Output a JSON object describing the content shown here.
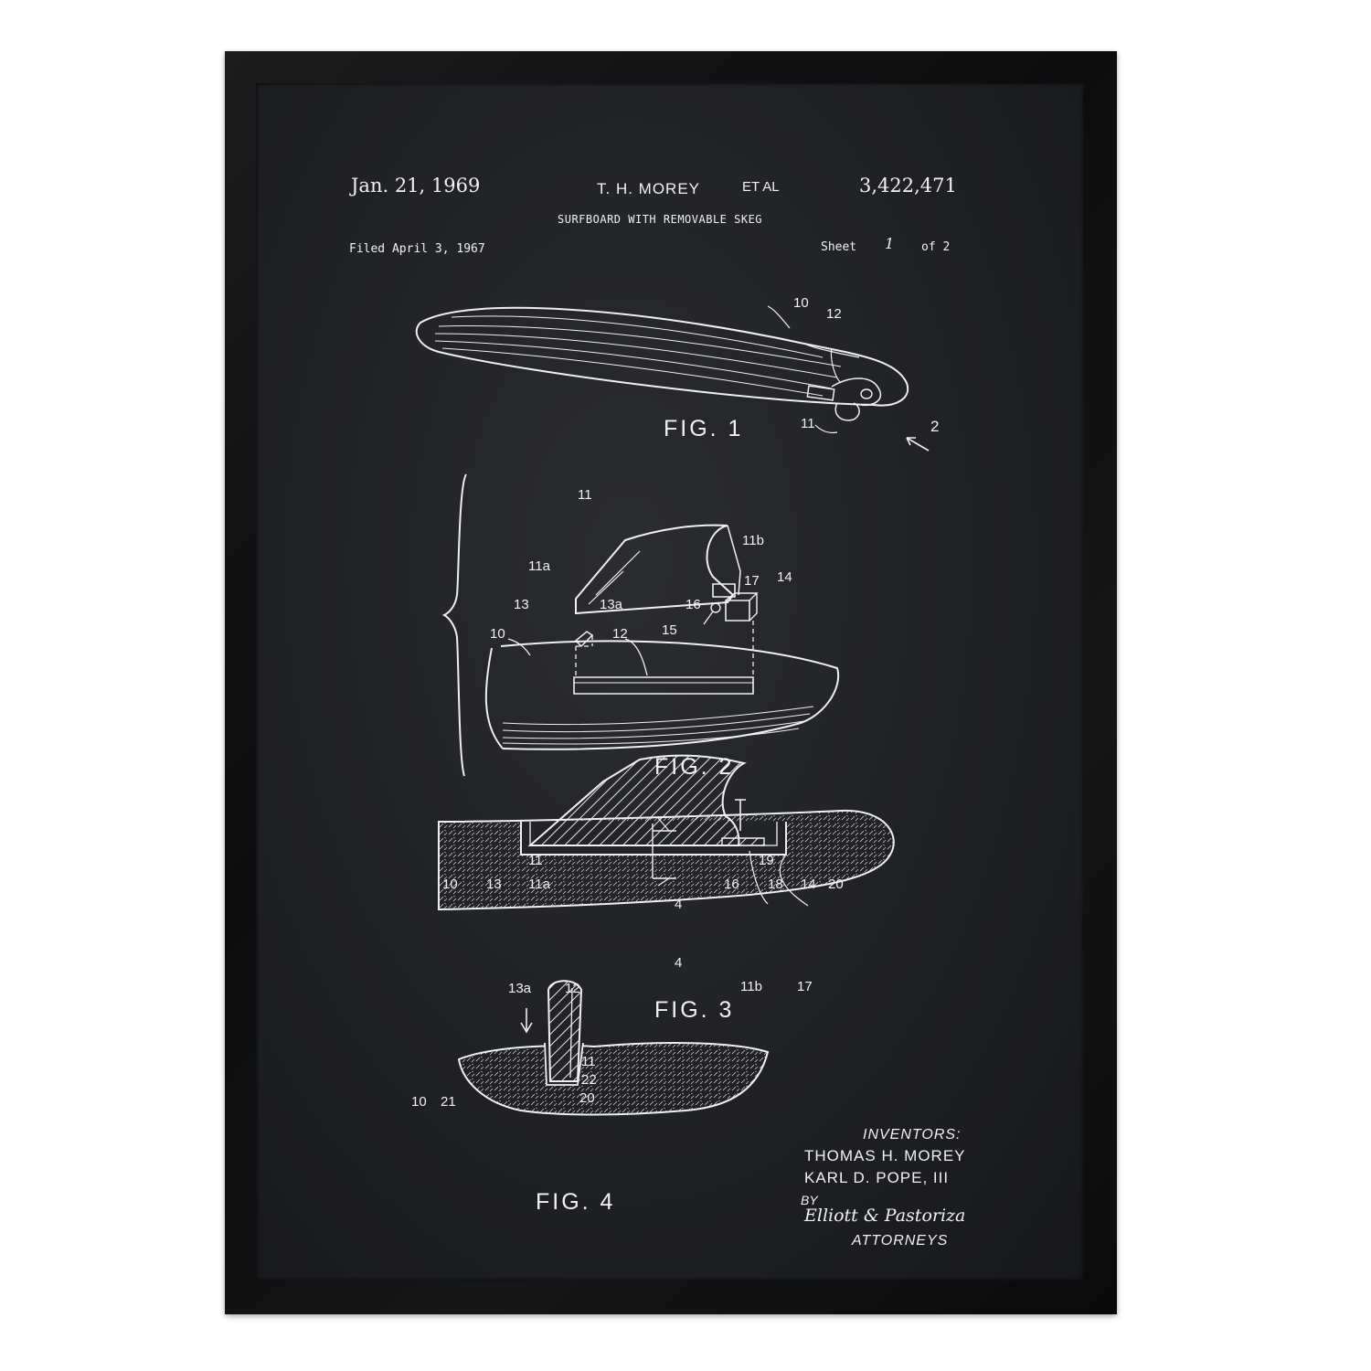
{
  "patent": {
    "date": "Jan. 21, 1969",
    "inventor_header": "T. H. MOREY",
    "et_al": "ET AL",
    "number": "3,422,471",
    "title": "SURFBOARD WITH REMOVABLE SKEG",
    "filed": "Filed April 3, 1967",
    "sheet_label": "Sheet",
    "sheet_number": "1",
    "sheet_of": "of 2"
  },
  "figures": {
    "fig1": "FIG. 1",
    "fig2": "FIG. 2",
    "fig3": "FIG. 3",
    "fig4": "FIG. 4"
  },
  "callouts": {
    "fig1": [
      "10",
      "12",
      "11",
      "2"
    ],
    "fig2": [
      "11",
      "11a",
      "11b",
      "13",
      "13a",
      "16",
      "17",
      "14",
      "15",
      "12",
      "10"
    ],
    "fig3": [
      "11",
      "10",
      "13",
      "11a",
      "4",
      "19",
      "16",
      "18",
      "14",
      "20",
      "4",
      "13a",
      "12",
      "11b",
      "17"
    ],
    "fig4": [
      "11",
      "22",
      "20",
      "10",
      "21"
    ]
  },
  "credits": {
    "inventors_label": "INVENTORS:",
    "inventor_1": "THOMAS H. MOREY",
    "inventor_2": "KARL D. POPE, III",
    "by": "BY",
    "attorney_signature": "Elliott & Pastoriza",
    "attorneys_label": "ATTORNEYS"
  },
  "colors": {
    "frame": "#111111",
    "paper": "#232428",
    "ink": "#f2f2f2"
  }
}
